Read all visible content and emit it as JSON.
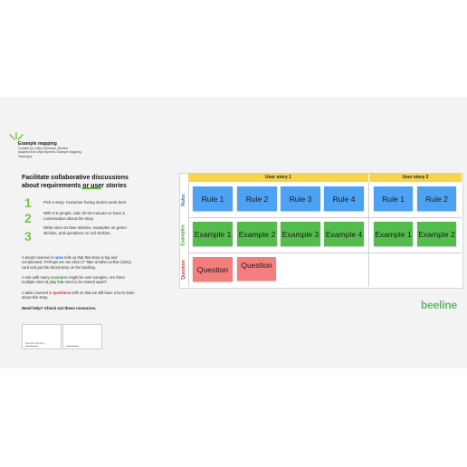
{
  "left_panel": {
    "small_title": "Example mapping",
    "credits": [
      "Created by: Kelly O'Sullivan, Beeline",
      "Adapted from Matt Wynne's Example Mapping",
      "Technique"
    ],
    "headline": "Facilitate collaborative discussions about requirements or user stories",
    "steps": [
      {
        "num": "1",
        "text": "Pick a story. Customer facing stories work best"
      },
      {
        "num": "2",
        "text": "With 3-5 people, take 20-30 minutes to have a conversation about the story."
      },
      {
        "num": "3",
        "text": "Write rules on blue stickies, examples on green stickies, and questions on red stickies."
      }
    ],
    "para1": {
      "pre": "A board covered in ",
      "kw": "rules",
      "post": " tells us that this story is big and complicated. Perhaps we can slice it? Take another yellow (story) card and put the sliced story on the backlog."
    },
    "para2": {
      "pre": "A rule with many ",
      "kw": "examples",
      "post": " might be over-complex. Are there multiple rules at play that need to be teased apart?"
    },
    "para3": {
      "pre": "A table covered in ",
      "kw": "questions",
      "post": " tells us that we still have a lot to learn about this story."
    },
    "help": "Need help? Check out these resources.",
    "thumbs": [
      "Example Mapping",
      ""
    ]
  },
  "board": {
    "columns": [
      "User story 1",
      "User story 2"
    ],
    "rows": [
      "Rules",
      "Examples",
      "Question"
    ],
    "rules_s1": [
      "Rule 1",
      "Rule 2",
      "Rule 3",
      "Rule 4"
    ],
    "rules_s2": [
      "Rule 1",
      "Rule 2"
    ],
    "examples_s1": [
      "Example 1",
      "Example 2",
      "Example 3",
      "Example 4"
    ],
    "examples_s2": [
      "Example 1",
      "Example 2"
    ],
    "questions_s1": [
      "Question",
      "Question"
    ]
  },
  "brand": "beeline",
  "colors": {
    "rules": "#4ea2f3",
    "examples": "#53bd4c",
    "questions": "#f47d7d",
    "header": "#f7d44a",
    "accent": "#7cc242"
  }
}
